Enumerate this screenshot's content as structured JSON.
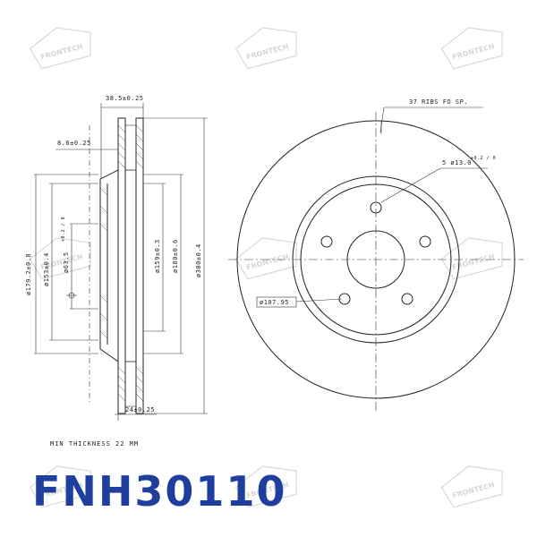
{
  "drawing": {
    "dims": {
      "width_total": "38.5±0.25",
      "hat_depth": "8.6±0.25",
      "d179": "ø179.2±0.8",
      "d153": "ø153±0.4",
      "d63": "ø63.5",
      "d63_tol": "+0.2 / 0",
      "d159": "ø159±0.3",
      "d180": "ø180±0.6",
      "d300": "ø300±0.4",
      "thickness": "24±0.25",
      "ribs": "37 RIBS FO SP.",
      "holes": "5 ø13.0",
      "holes_tol": "+0.2 / 0",
      "pcd": "ø107.95"
    },
    "min_thickness": "MIN THICKNESS 22 MM"
  },
  "watermark": {
    "text": "FRONTECH"
  },
  "part_number": "FNH30110",
  "colors": {
    "part_number": "#1f3f9e"
  }
}
